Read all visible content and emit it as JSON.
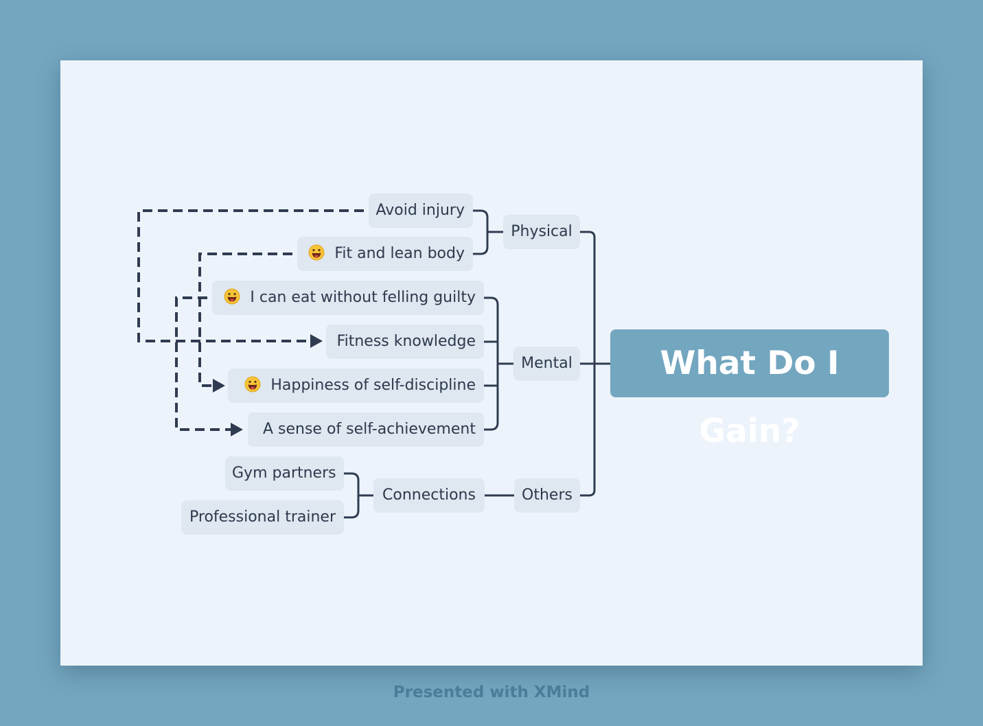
{
  "root": {
    "title": "What Do I Gain?"
  },
  "branches": {
    "physical": {
      "label": "Physical",
      "children": [
        {
          "label": "Avoid injury",
          "emoji": false
        },
        {
          "label": "Fit and lean body",
          "emoji": true
        }
      ]
    },
    "mental": {
      "label": "Mental",
      "children": [
        {
          "label": "I can eat without felling guilty",
          "emoji": true
        },
        {
          "label": "Fitness knowledge",
          "emoji": false
        },
        {
          "label": "Happiness of self-discipline",
          "emoji": true
        },
        {
          "label": "A sense of self-achievement",
          "emoji": false
        }
      ]
    },
    "others": {
      "label": "Others",
      "children": [
        {
          "label": "Connections",
          "children": [
            {
              "label": "Gym partners"
            },
            {
              "label": "Professional trainer"
            }
          ]
        }
      ]
    }
  },
  "relationships": [
    {
      "from": "Avoid injury",
      "to": "Fitness knowledge"
    },
    {
      "from": "Fit and lean body",
      "to": "Happiness of self-discipline"
    },
    {
      "from": "I can eat without felling guilty",
      "to": "A sense of self-achievement"
    }
  ],
  "icons": {
    "emoji": "laughing-face-icon"
  },
  "colors": {
    "background": "#73a6bf",
    "canvas": "#edf3fb",
    "node": "#dfe7f0",
    "root": "#73a6bf",
    "line": "#2f3b50",
    "footer_text": "#4b7d98"
  },
  "footer": {
    "text": "Presented with XMind"
  }
}
